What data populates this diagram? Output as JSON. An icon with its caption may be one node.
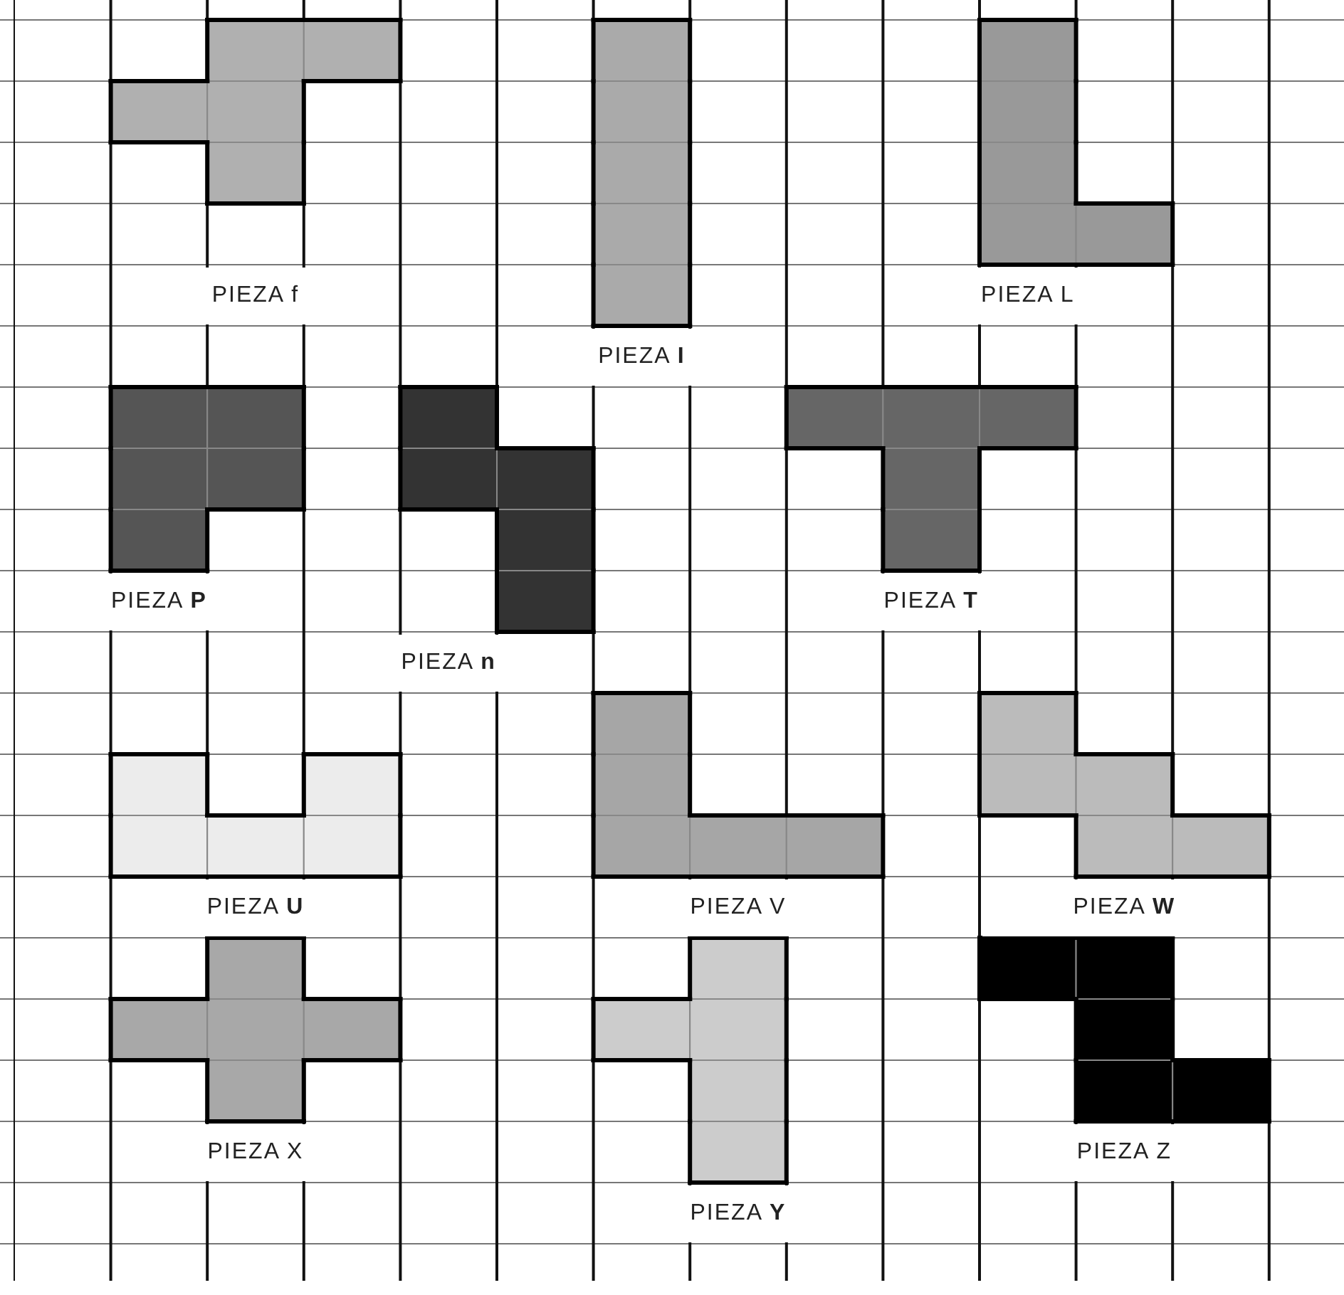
{
  "diagram": {
    "labels": [
      "PIEZA f",
      "PIEZA L",
      "PIEZA **I**",
      "PIEZA **P**",
      "PIEZA **T**",
      "PIEZA **n**",
      "PIEZA **U**",
      "PIEZA V",
      "PIEZA **W**",
      "PIEZA X",
      "PIEZA Z",
      "PIEZA **Y**"
    ]
  }
}
